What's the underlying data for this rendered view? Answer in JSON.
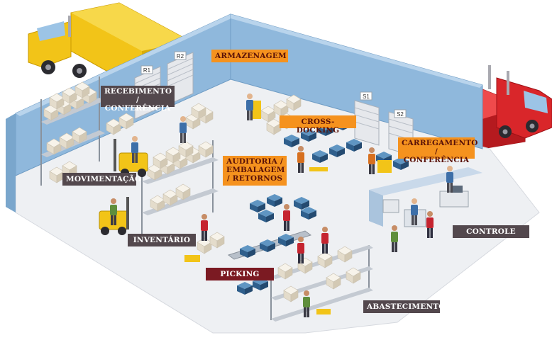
{
  "dock_doors": {
    "receiving": [
      "R1",
      "R2"
    ],
    "shipping": [
      "S1",
      "S2"
    ]
  },
  "labels": {
    "recebimento": [
      "RECEBIMENTO /",
      "CONFERÊNCIA"
    ],
    "armazenagem": "ARMAZENAGEM",
    "cross_docking": "CROSS-DOCKING",
    "carregamento": [
      "CARREGAMENTO",
      "/ CONFERÊNCIA"
    ],
    "auditoria": [
      "AUDITORIA /",
      "EMBALAGEM",
      "/ RETORNOS"
    ],
    "movimentacao": "MOVIMENTAÇÃO",
    "inventario": "INVENTÁRIO",
    "controle": "CONTROLE",
    "picking": "PICKING",
    "abastecimento": "ABASTECIMENTO"
  },
  "colors": {
    "dark_label": "#53484d",
    "orange_label": "#f5921e",
    "picking_label": "#7b1a22",
    "wall": "#8fb8dc",
    "floor": "#eef0f3",
    "truck_yellow": "#f2c418",
    "truck_red": "#d9262a"
  }
}
